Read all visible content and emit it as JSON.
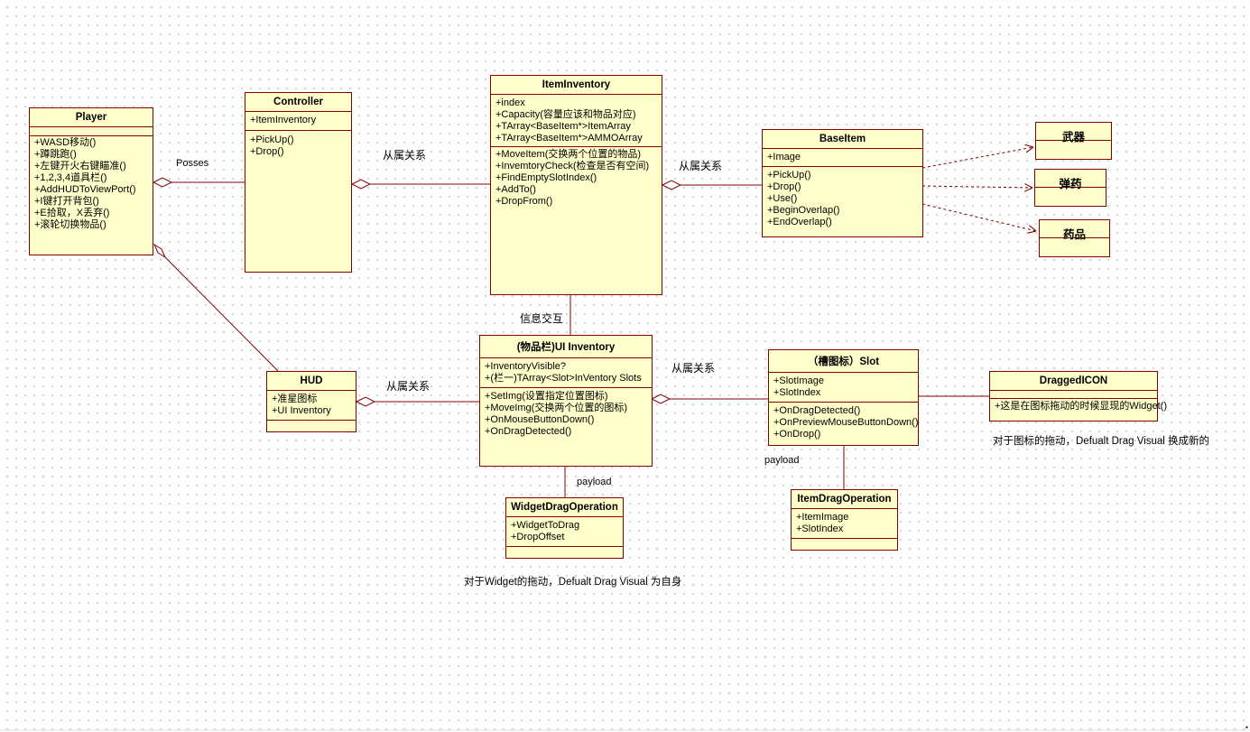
{
  "classes": {
    "player": {
      "name": "Player",
      "attributes": [],
      "operations": [
        "+WASD移动()",
        "+蹲跳跑()",
        "+左键开火右键瞄准()",
        "+1,2,3,4道具栏()",
        "+AddHUDToViewPort()",
        "+I键打开背包()",
        "+E拾取，X丢弃()",
        "+滚轮切换物品()"
      ]
    },
    "controller": {
      "name": "Controller",
      "attributes": [
        "+ItemInventory"
      ],
      "operations": [
        "+PickUp()",
        "+Drop()"
      ]
    },
    "item_inventory": {
      "name": "ItemInventory",
      "attributes": [
        "+index",
        "+Capacity(容量应该和物品对应)",
        "+TArray<BaseItem*>ItemArray",
        "+TArray<BaseItem*>AMMOArray"
      ],
      "operations": [
        "+MoveItem(交换两个位置的物品)",
        "+InvemtoryCheck(检查是否有空间)",
        "+FindEmptySlotIndex()",
        "+AddTo()",
        "+DropFrom()"
      ]
    },
    "base_item": {
      "name": "BaseItem",
      "attributes": [
        "+Image"
      ],
      "operations": [
        "+PickUp()",
        "+Drop()",
        "+Use()",
        "+BeginOverlap()",
        "+EndOverlap()"
      ]
    },
    "weapon": {
      "name": "武器"
    },
    "ammo": {
      "name": "弹药"
    },
    "medicine": {
      "name": "药品"
    },
    "hud": {
      "name": "HUD",
      "attributes": [
        "+准星图标",
        "+UI Inventory"
      ],
      "operations": []
    },
    "ui_inventory": {
      "name": "(物品栏)UI Inventory",
      "attributes": [
        "+InventoryVisible?",
        "+(栏一)TArray<Slot>InVentory Slots"
      ],
      "operations": [
        "+SetImg(设置指定位置图标)",
        "+MoveImg(交换两个位置的图标)",
        "+OnMouseButtonDown()",
        "+OnDragDetected()"
      ]
    },
    "slot": {
      "name": "（槽图标）Slot",
      "attributes": [
        "+SlotImage",
        "+SlotIndex"
      ],
      "operations": [
        "+OnDragDetected()",
        "+OnPreviewMouseButtonDown()",
        "+OnDrop()"
      ]
    },
    "dragged_icon": {
      "name": "DraggedICON",
      "attributes": [],
      "operations": [
        "+这是在图标拖动的时候显现的Widget()"
      ]
    },
    "widget_drag_operation": {
      "name": "WidgetDragOperation",
      "attributes": [
        "+WidgetToDrag",
        "+DropOffset"
      ],
      "operations": []
    },
    "item_drag_operation": {
      "name": "ItemDragOperation",
      "attributes": [
        "+ItemImage",
        "+SlotIndex"
      ],
      "operations": []
    }
  },
  "relations": {
    "posses": "Posses",
    "controller_inventory": "从属关系",
    "inventory_baseitem": "从属关系",
    "info_exchange": "信息交互",
    "hud_uiinventory": "从属关系",
    "uiinventory_slot": "从属关系",
    "payload_widget": "payload",
    "payload_slot": "payload"
  },
  "notes": {
    "widget_drag": "对于Widget的拖动，Defualt Drag Visual 为自身",
    "icon_drag": "对于图标的拖动，Defualt Drag Visual 换成新的"
  },
  "colors": {
    "box_fill": "#ffffcc",
    "box_border": "#800000",
    "line": "#800000"
  }
}
